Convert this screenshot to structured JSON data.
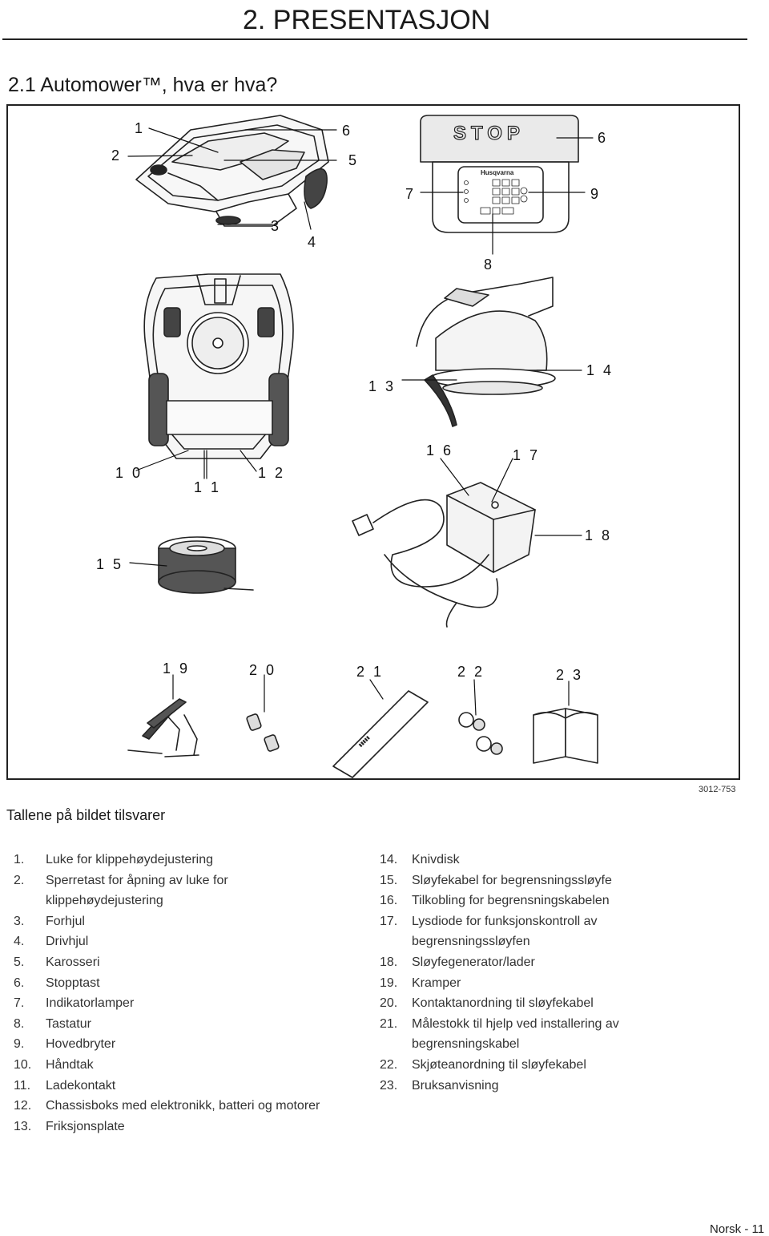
{
  "header": {
    "chapter_title": "2. PRESENTASJON"
  },
  "section": {
    "title": "2.1 Automower™, hva er hva?"
  },
  "figure": {
    "code": "3012-753",
    "callouts": [
      "1",
      "2",
      "3",
      "4",
      "5",
      "6",
      "6",
      "7",
      "8",
      "9",
      "1 0",
      "1 1",
      "1 2",
      "1 3",
      "1 4",
      "1 5",
      "1 6",
      "1 7",
      "1 8",
      "1 9",
      "2 0",
      "2 1",
      "2 2",
      "2 3"
    ],
    "keypad_brand": "Husqvarna",
    "stop_label": "STOP"
  },
  "intro": "Tallene på bildet tilsvarer",
  "list_left": [
    {
      "num": "1.",
      "text": "Luke for klippehøydejustering"
    },
    {
      "num": "2.",
      "text": "Sperretast for åpning av luke for\nklippehøydejustering"
    },
    {
      "num": "3.",
      "text": "Forhjul"
    },
    {
      "num": "4.",
      "text": "Drivhjul"
    },
    {
      "num": "5.",
      "text": "Karosseri"
    },
    {
      "num": "6.",
      "text": "Stopptast"
    },
    {
      "num": "7.",
      "text": "Indikatorlamper"
    },
    {
      "num": "8.",
      "text": "Tastatur"
    },
    {
      "num": "9.",
      "text": "Hovedbryter"
    },
    {
      "num": "10.",
      "text": "Håndtak"
    },
    {
      "num": "11.",
      "text": "Ladekontakt"
    },
    {
      "num": "12.",
      "text": "Chassisboks med elektronikk, batteri og motorer"
    },
    {
      "num": "13.",
      "text": "Friksjonsplate"
    }
  ],
  "list_right": [
    {
      "num": "14.",
      "text": "Knivdisk"
    },
    {
      "num": "15.",
      "text": "Sløyfekabel for begrensningssløyfe"
    },
    {
      "num": "16.",
      "text": "Tilkobling for begrensningskabelen"
    },
    {
      "num": "17.",
      "text": "Lysdiode for funksjonskontroll av\nbegrensningssløyfen"
    },
    {
      "num": "18.",
      "text": "Sløyfegenerator/lader"
    },
    {
      "num": "19.",
      "text": "Kramper"
    },
    {
      "num": "20.",
      "text": "Kontaktanordning til sløyfekabel"
    },
    {
      "num": "21.",
      "text": "Målestokk til hjelp ved installering av\nbegrensningskabel"
    },
    {
      "num": "22.",
      "text": "Skjøteanordning til sløyfekabel"
    },
    {
      "num": "23.",
      "text": "Bruksanvisning"
    }
  ],
  "footer": {
    "page_label": "Norsk - 11"
  }
}
